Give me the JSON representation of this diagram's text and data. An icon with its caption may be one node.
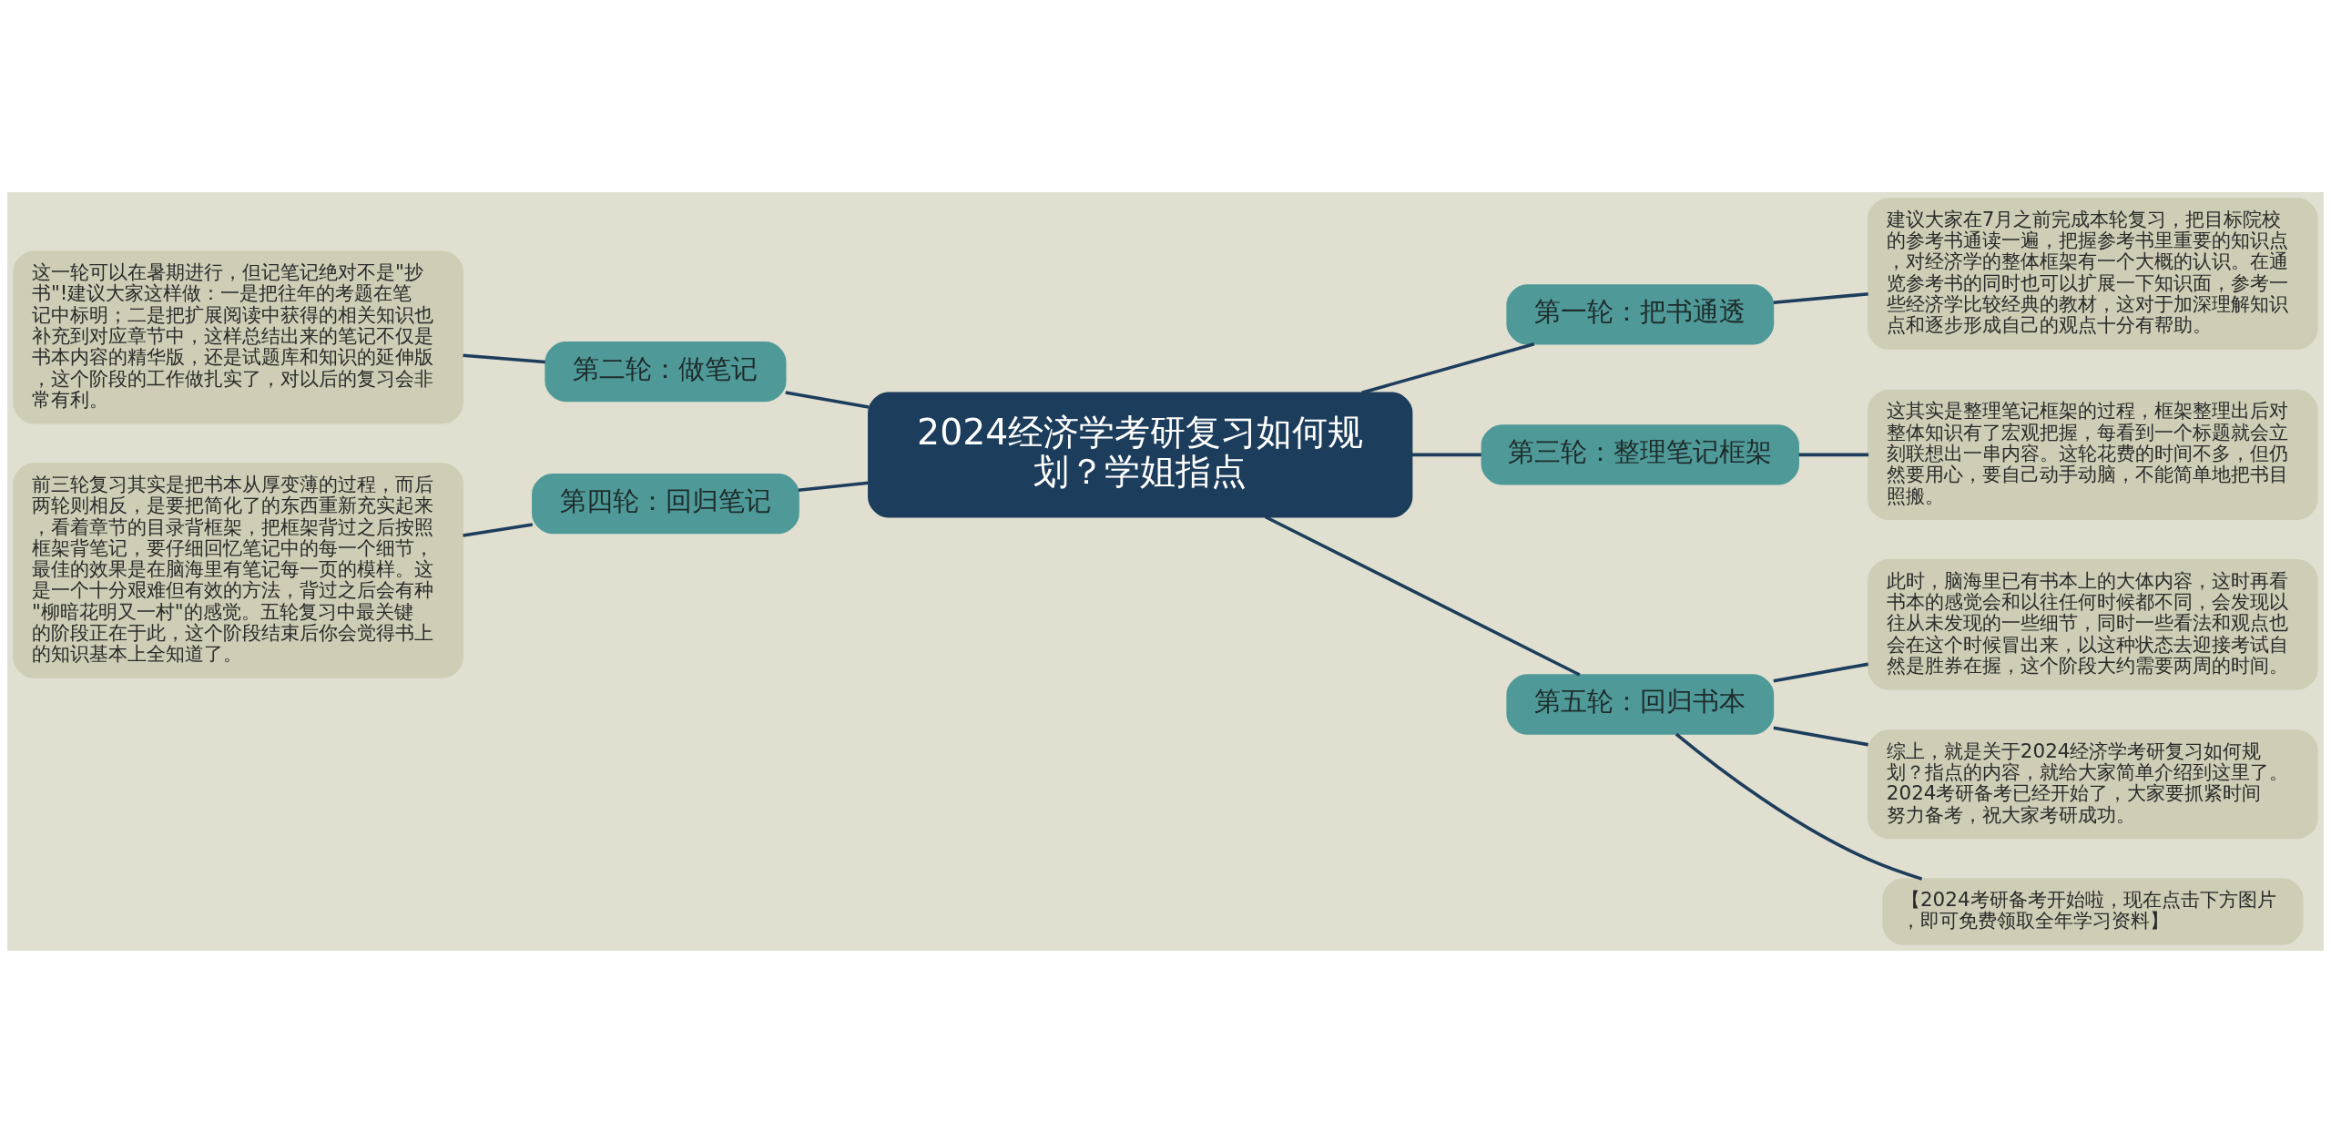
{
  "diagram": {
    "nodes": [
      {
        "text": [
          "2024经济学考研复习如何规划？学姐指点"
        ]
      },
      {
        "text": [
          "第一轮：把书通透"
        ]
      },
      {
        "text": [
          "建议大家在7月之前完成本轮复习，把目标院校的参考书通读一遍，把握参考书里重要的知识点，对经济学的整体框架有一个大概的认识。在通览参考书的同时也可以扩展一下知识面，参考一些经济学比较经典的教材，这对于加深理解知识点和逐步形成自己的观点十分有帮助。"
        ]
      },
      {
        "text": [
          "第二轮：做笔记"
        ]
      },
      {
        "text": [
          "这一轮可以在暑期进行，但记笔记绝对不是\"抄书\"!建议大家这样做：一是把往年的考题在笔记中标明；二是把扩展阅读中获得的相关知识也补充到对应章节中，这样总结出来的笔记不仅是书本内容的精华版，还是试题库和知识的延伸版，这个阶段的工作做扎实了，对以后的复习会非常有利。"
        ]
      },
      {
        "text": [
          "第三轮：整理笔记框架"
        ]
      },
      {
        "text": [
          "这其实是整理笔记框架的过程，框架整理出后对整体知识有了宏观把握，每看到一个标题就会立刻联想出一串内容。这轮花费的时间不多，但仍然要用心，要自己动手动脑，不能简单地把书目照搬。"
        ]
      },
      {
        "text": [
          "第四轮：回归笔记"
        ]
      },
      {
        "text": [
          "前三轮复习其实是把书本从厚变薄的过程，而后两轮则相反，是要把简化了的东西重新充实起来，看着章节的目录背框架，把框架背过之后按照框架背笔记，要仔细回忆笔记中的每一个细节，最佳的效果是在脑海里有笔记每一页的模样。这是一个十分艰难但有效的方法，背过之后会有种\"柳暗花明又一村\"的感觉。五轮复习中最关键的阶段正在于此，这个阶段结束后你会觉得书上的知识基本上全知道了。"
        ]
      },
      {
        "text": [
          "第五轮：回归书本"
        ]
      },
      {
        "text": [
          "此时，脑海里已有书本上的大体内容，这时再看书本的感觉会和以往任何时候都不同，会发现以往从未发现的一些细节，同时一些看法和观点也会在这个时候冒出来，以这种状态去迎接考试自然是胜券在握，这个阶段大约需要两周的时间。"
        ]
      },
      {
        "text": [
          "综上，就是关于2024经济学考研复习如何规划？指点的内容，就给大家简单介绍到这里了。2024考研备考已经开始了，大家要抓紧时间努力备考，祝大家考研成功。"
        ]
      },
      {
        "text": [
          "【2024考研备考开始啦，现在点击下方图片，即可免费领取全年学习资料】"
        ]
      }
    ],
    "edges": [
      {
        "from": 0,
        "to": 1,
        "arrow": "none"
      },
      {
        "from": 1,
        "to": 2,
        "arrow": "none"
      },
      {
        "from": 0,
        "to": 3,
        "arrow": "none"
      },
      {
        "from": 3,
        "to": 4,
        "arrow": "none"
      },
      {
        "from": 0,
        "to": 5,
        "arrow": "none"
      },
      {
        "from": 5,
        "to": 6,
        "arrow": "none"
      },
      {
        "from": 0,
        "to": 7,
        "arrow": "none"
      },
      {
        "from": 7,
        "to": 8,
        "arrow": "none"
      },
      {
        "from": 0,
        "to": 9,
        "arrow": "none"
      },
      {
        "from": 9,
        "to": 10,
        "arrow": "none"
      },
      {
        "from": 9,
        "to": 11,
        "arrow": "none"
      },
      {
        "from": 9,
        "to": 12,
        "arrow": "none"
      }
    ]
  }
}
